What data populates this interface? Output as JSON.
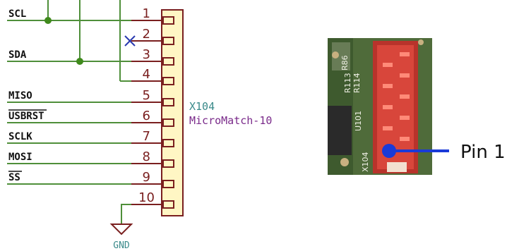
{
  "nets": {
    "scl": "SCL",
    "sda": "SDA",
    "miso": "MISO",
    "usbrst": "USBRST",
    "sclk": "SCLK",
    "mosi": "MOSI",
    "ss": "SS"
  },
  "pins": [
    "1",
    "2",
    "3",
    "4",
    "5",
    "6",
    "7",
    "8",
    "9",
    "10"
  ],
  "connector": {
    "ref": "X104",
    "value": "MicroMatch-10"
  },
  "power": {
    "gnd": "GND"
  },
  "photo": {
    "silkscreen": [
      "R113",
      "R114",
      "U101",
      "X104",
      "R86"
    ],
    "callout": "Pin 1"
  },
  "colors": {
    "wire": "#4f8f3a",
    "junction": "#3f8a1c",
    "pin_line": "#7a1f1f",
    "connector_fill": "#fff6c4",
    "ref_text": "#3a8a8a",
    "value_text": "#7a2a8a",
    "no_connect": "#2a3ab0",
    "net_text": "#111111",
    "callout_line": "#1a3ad8",
    "pcb_green": "#4f6b3a",
    "connector_red": "#d8463b"
  }
}
